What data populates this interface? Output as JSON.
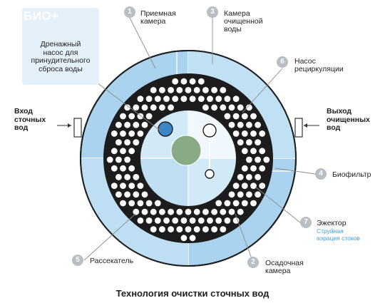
{
  "bio": {
    "title": "БИО+",
    "text": "Дренажный\nнасос для\nпринудительного\nсброса воды"
  },
  "badges": [
    "1",
    "2",
    "3",
    "4",
    "5",
    "6",
    "7"
  ],
  "labels": {
    "receiving": "Приемная\nкамера",
    "settling": "Осадочная\nкамера",
    "clean_chamber": "Камера\nочищенной\nводы",
    "biofilter": "Биофильтр",
    "diffuser": "Рассекатель",
    "recirc_pump": "Насос\nрециркуляции",
    "ejector": "Эжектор",
    "ejector_sub": "Струйная\nаэрация стоков"
  },
  "inlet": "Вход\nсточных\nвод",
  "outlet": "Выход\nочищенных\nвод",
  "caption": "Технология очистки сточных вод",
  "colors": {
    "outer_ring": "#a9d3ee",
    "perforated_ring": "#1c1c1c",
    "hole": "#ffffff",
    "center_quadrant_dark": "#d2e9f7",
    "center_quadrant_light": "#f0f8fd",
    "central_pipe": "#8aa987",
    "drain_pump": "#3a86c6",
    "leader_line": "#8c8c8c",
    "badge": "#b9bec3",
    "accent_text": "#3aa0e0"
  }
}
